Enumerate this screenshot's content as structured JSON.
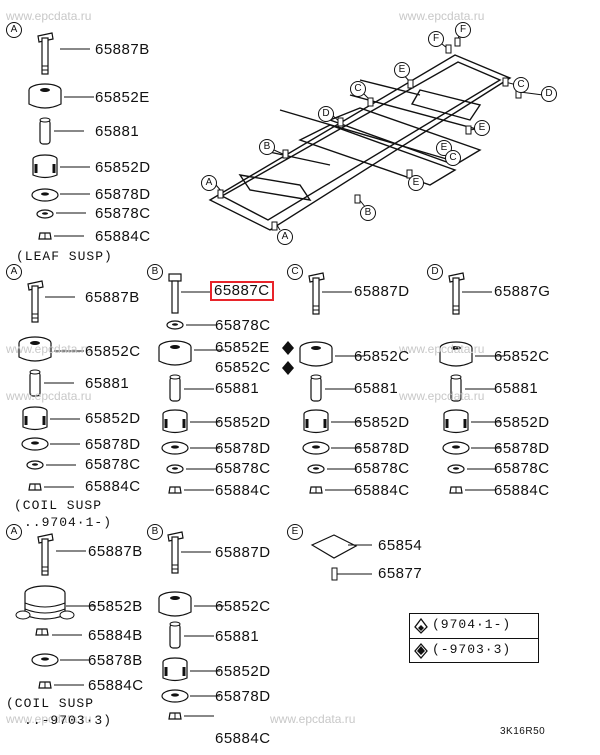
{
  "watermark": "www.epcdata.ru",
  "sections": {
    "a_top": "A",
    "a_coil": "A",
    "b_coil": "B",
    "c_coil": "C",
    "d_coil": "D",
    "a_bottom": "A",
    "b_bottom": "B",
    "e_section": "E"
  },
  "frame_callouts": {
    "c1": "C",
    "d1": "D",
    "e1": "E",
    "f1": "F",
    "a_left": "A",
    "a_bottom": "A",
    "b_left": "B",
    "b_bottom": "B",
    "c_right": "C",
    "d_right": "D",
    "e_right": "E",
    "f_right": "F",
    "e_lower": "E"
  },
  "parts": {
    "top_a": [
      "65887B",
      "65852E",
      "65881",
      "65852D",
      "65878D",
      "65878C",
      "65884C"
    ],
    "coil_a": [
      "65887B",
      "65852C",
      "65881",
      "65852D",
      "65878D",
      "65878C",
      "65884C"
    ],
    "coil_b": [
      "65887C",
      "65878C",
      "65852E",
      "65852C",
      "65881",
      "65852D",
      "65878D",
      "65878C",
      "65884C"
    ],
    "coil_c": [
      "65887D",
      "65852C",
      "65881",
      "65852D",
      "65878D",
      "65878C",
      "65884C"
    ],
    "coil_d": [
      "65887G",
      "65852C",
      "65881",
      "65852D",
      "65878D",
      "65878C",
      "65884C"
    ],
    "bottom_a": [
      "65887B",
      "65852B",
      "65884B",
      "65878B",
      "65884C"
    ],
    "bottom_b": [
      "65887D",
      "65852C",
      "65881",
      "65852D",
      "65878D",
      "65884C"
    ],
    "section_e": [
      "65854",
      "65877"
    ]
  },
  "highlighted_part": "65887C",
  "notes": {
    "leaf": "(LEAF SUSP)",
    "coil1_line1": "(COIL SUSP",
    "coil1_line2": "..9704·1-)",
    "coil2_line1": "(COIL SUSP",
    "coil2_line2": "..-9703·3)"
  },
  "legend": {
    "row1": "(9704·1-)",
    "row2": "(-9703·3)"
  },
  "diagram_code": "3K16R50"
}
